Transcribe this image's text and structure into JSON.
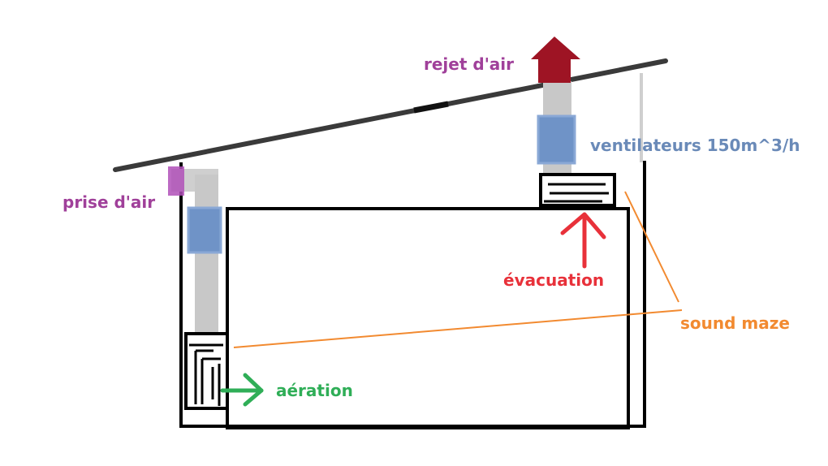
{
  "labels": {
    "rejet": "rejet d'air",
    "ventilateurs": "ventilateurs 150m^3/h",
    "prise": "prise d'air",
    "evacuation": "évacuation",
    "sound_maze": "sound maze",
    "aeration": "aération"
  },
  "colors": {
    "rejet": "#a0409a",
    "prise": "#a0409a",
    "ventilateurs": "#6a8ab8",
    "evacuation": "#e8313a",
    "sound_maze": "#f28a30",
    "aeration": "#2fae57",
    "fan": "#6f93c7",
    "duct": "#c8c8c8",
    "exhaust_arrow": "#9e1424",
    "intake_cap": "#b050b8",
    "structure": "#000000",
    "roof": "#3a3a3a"
  }
}
